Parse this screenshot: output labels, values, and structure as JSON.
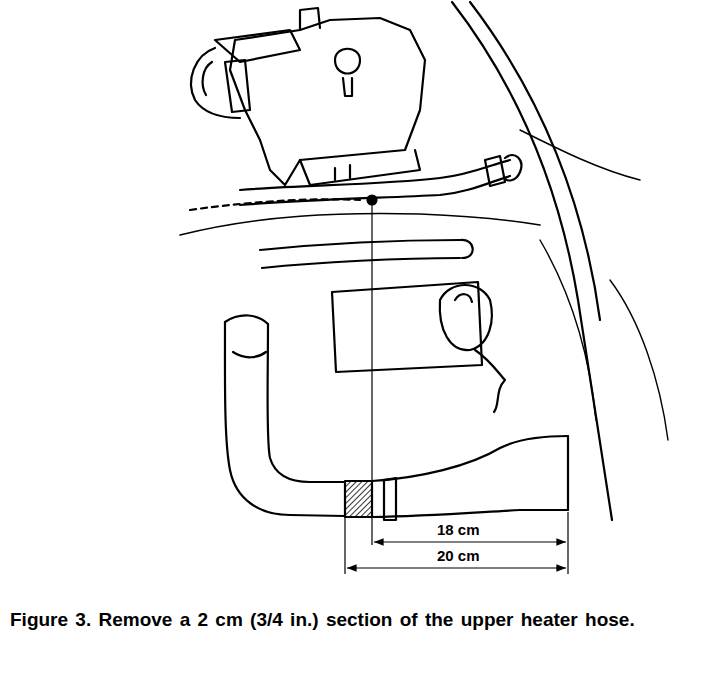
{
  "diagram": {
    "caption": "Figure 3. Remove a 2 cm (3/4 in.) section of the upper heater hose.",
    "labels": [
      "18 cm",
      "20 cm"
    ]
  }
}
